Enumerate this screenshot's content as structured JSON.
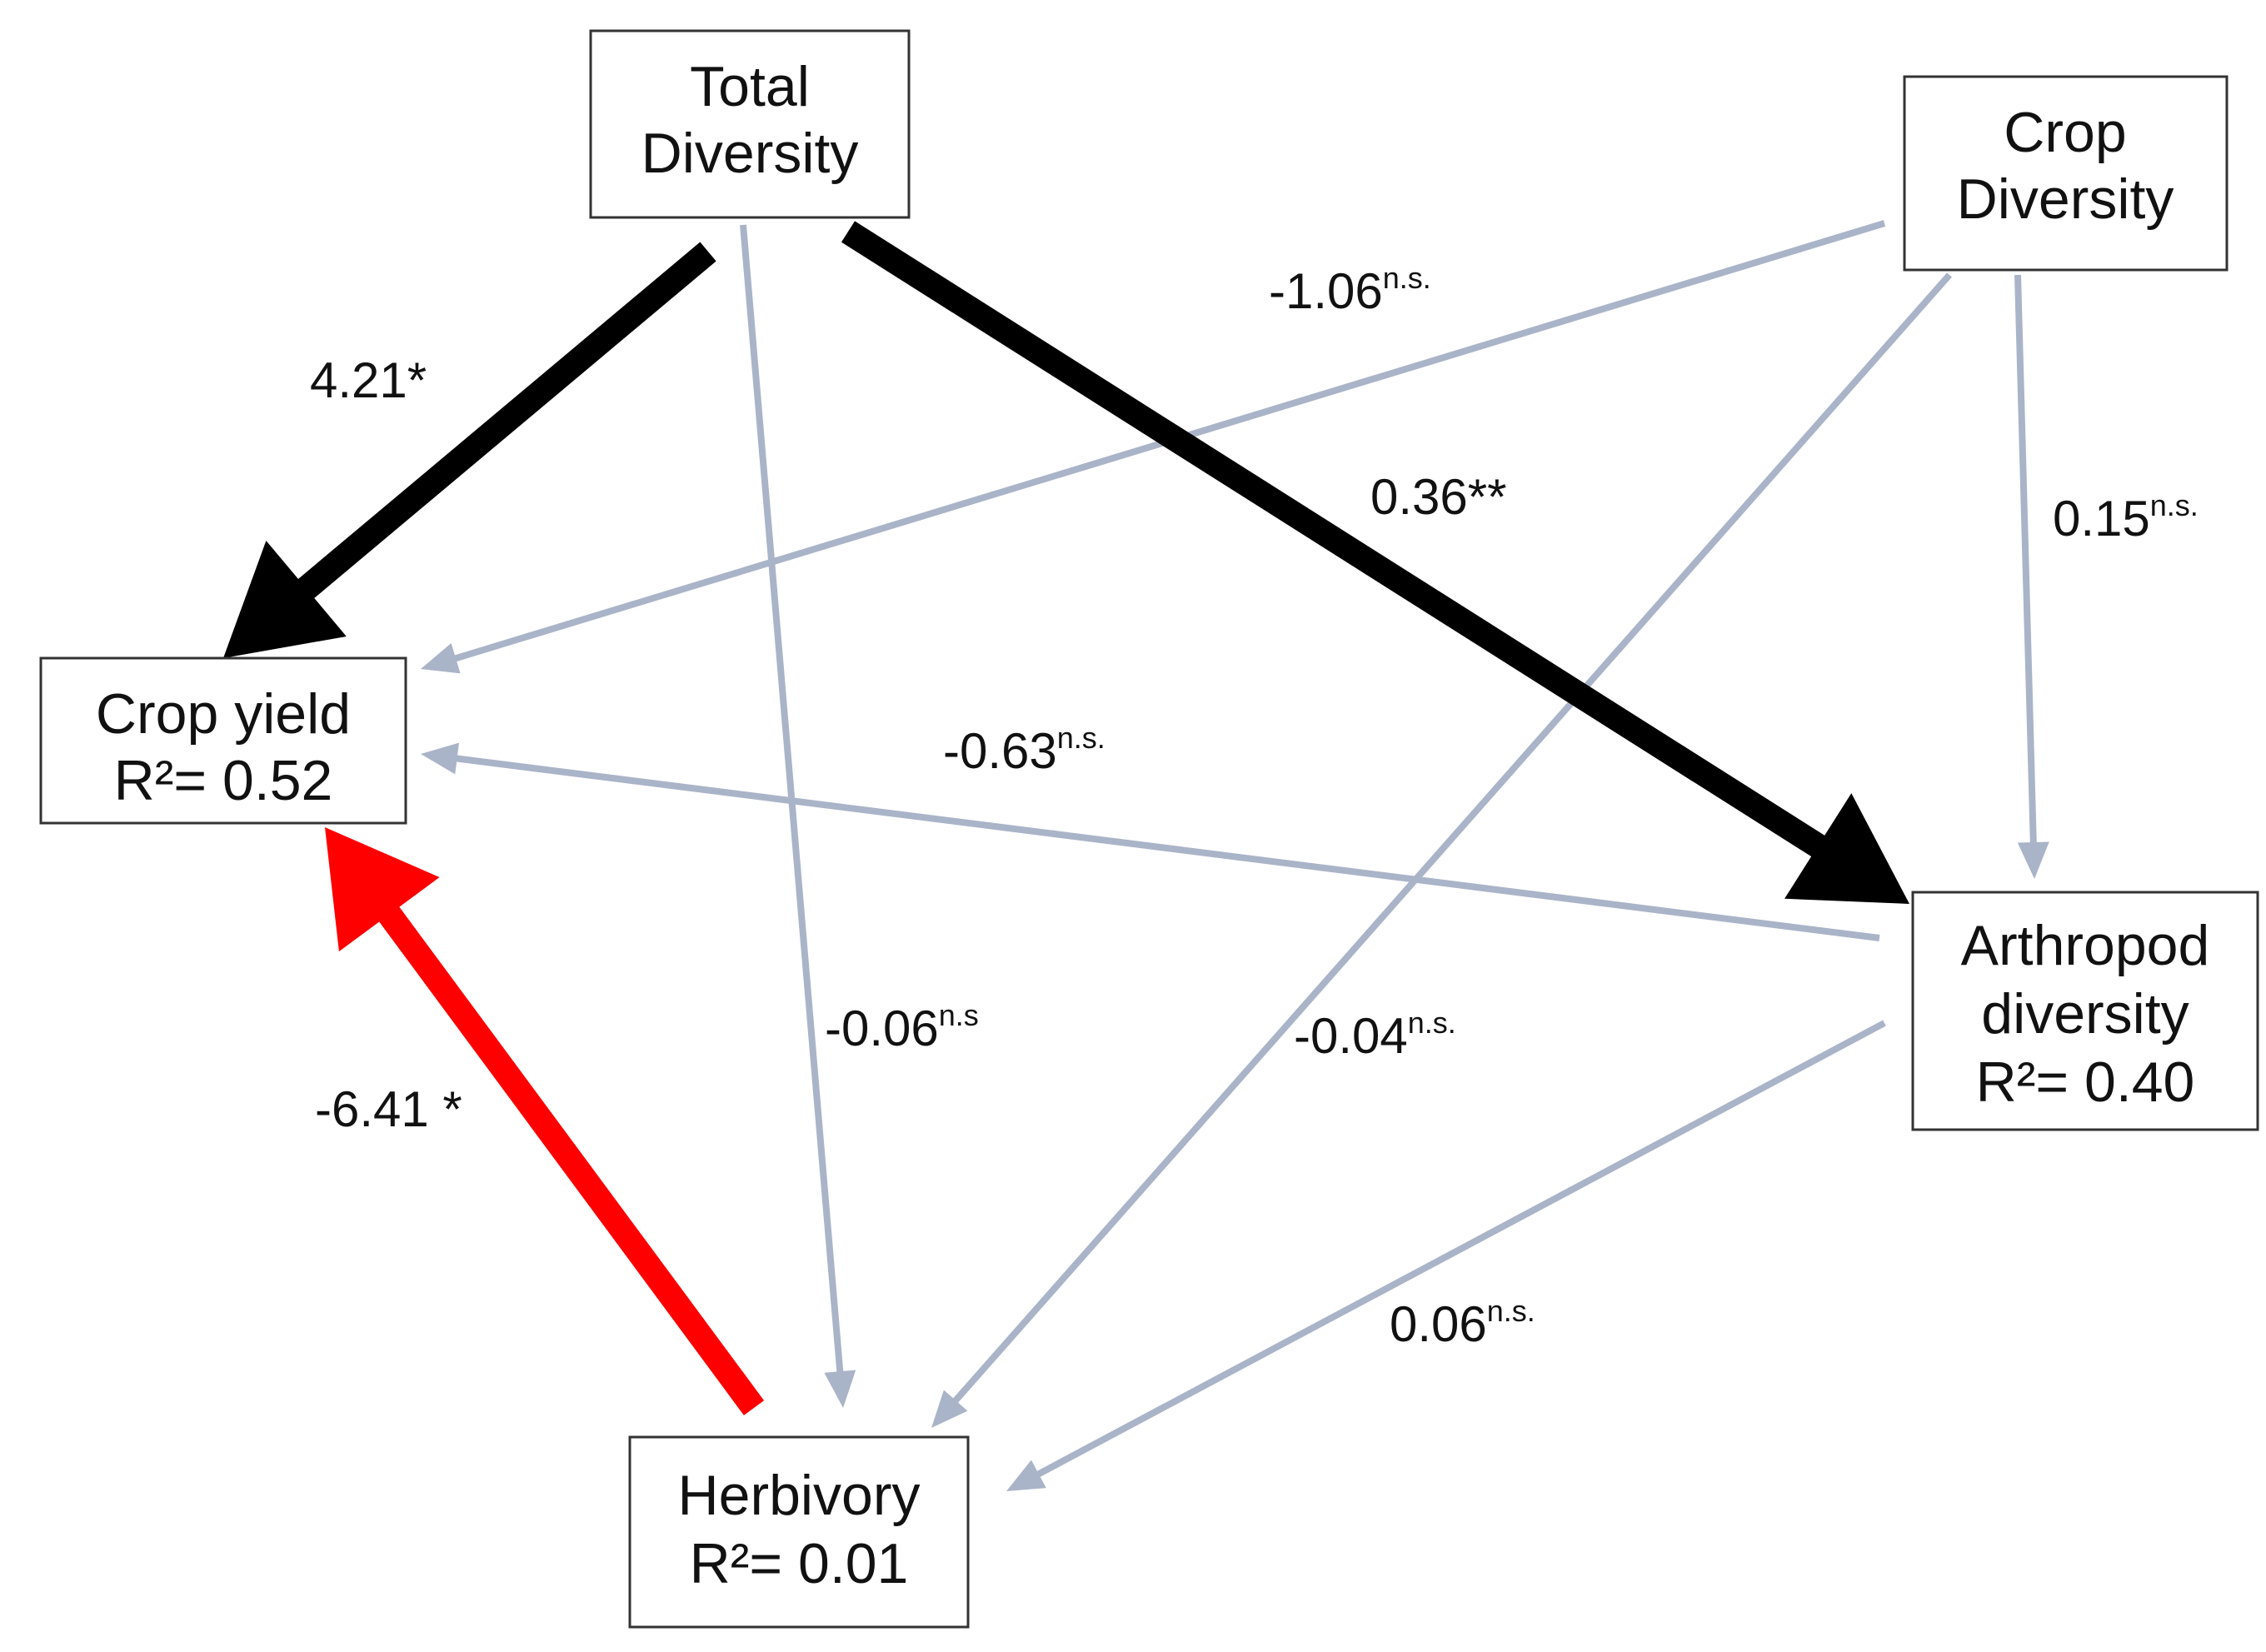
{
  "colors": {
    "significant_positive": "#000000",
    "significant_negative": "#ff0000",
    "not_significant": "#aab4c8",
    "box_border": "#333333"
  },
  "nodes": {
    "total_diversity": {
      "lines": [
        "Total",
        "Diversity"
      ]
    },
    "crop_diversity": {
      "lines": [
        "Crop",
        "Diversity"
      ]
    },
    "crop_yield": {
      "lines": [
        "Crop yield",
        "R²=  0.52"
      ]
    },
    "arthropod_diversity": {
      "lines": [
        "Arthropod",
        "diversity",
        "R²= 0.40"
      ]
    },
    "herbivory": {
      "lines": [
        "Herbivory",
        "R²= 0.01"
      ]
    }
  },
  "paths": [
    {
      "id": "total-to-yield",
      "from": "Total Diversity",
      "to": "Crop yield",
      "coef": "4.21*",
      "sig": "",
      "color": "#000000"
    },
    {
      "id": "total-to-arthropod",
      "from": "Total Diversity",
      "to": "Arthropod diversity",
      "coef": "0.36**",
      "sig": "",
      "color": "#000000"
    },
    {
      "id": "total-to-herbivory",
      "from": "Total Diversity",
      "to": "Herbivory",
      "coef": "-0.06",
      "sig": "n.s",
      "color": "#aab4c8"
    },
    {
      "id": "crop-to-yield",
      "from": "Crop Diversity",
      "to": "Crop yield",
      "coef": "-1.06",
      "sig": "n.s.",
      "color": "#aab4c8"
    },
    {
      "id": "crop-to-arthropod",
      "from": "Crop Diversity",
      "to": "Arthropod diversity",
      "coef": "0.15",
      "sig": "n.s.",
      "color": "#aab4c8"
    },
    {
      "id": "crop-to-herbivory",
      "from": "Crop Diversity",
      "to": "Herbivory",
      "coef": "-0.04",
      "sig": "n.s.",
      "color": "#aab4c8"
    },
    {
      "id": "arthropod-to-yield",
      "from": "Arthropod diversity",
      "to": "Crop yield",
      "coef": "-0.63",
      "sig": "n.s.",
      "color": "#aab4c8"
    },
    {
      "id": "arthropod-to-herbivory",
      "from": "Arthropod diversity",
      "to": "Herbivory",
      "coef": "0.06",
      "sig": "n.s.",
      "color": "#aab4c8"
    },
    {
      "id": "herbivory-to-yield",
      "from": "Herbivory",
      "to": "Crop yield",
      "coef": "-6.41 *",
      "sig": "",
      "color": "#ff0000"
    }
  ]
}
